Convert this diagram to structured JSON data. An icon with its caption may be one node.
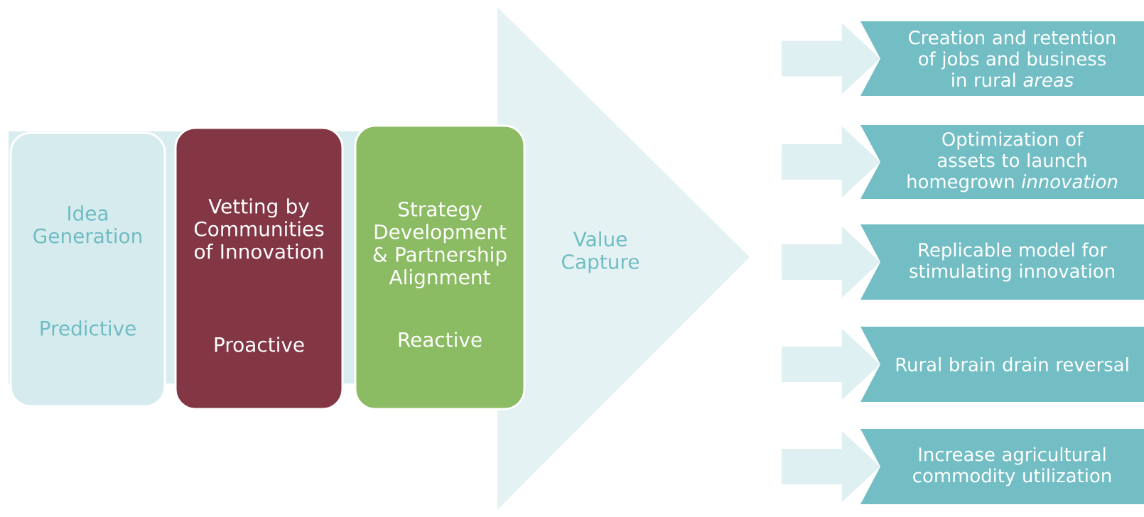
{
  "diagram": {
    "nodes": [
      {
        "text": [
          "Idea Generation",
          "Predictive"
        ]
      },
      {
        "text": [
          "Vetting by Communities of Innovation",
          "Proactive"
        ]
      },
      {
        "text": [
          "Strategy Development & Partnership Alignment",
          "Reactive"
        ]
      },
      {
        "text": [
          "Value Capture"
        ]
      },
      {
        "text": [
          "Creation and retention of jobs and business in rural *areas*"
        ]
      },
      {
        "text": [
          "Optimization of assets to launch homegrown *innovation*"
        ]
      },
      {
        "text": [
          "Replicable model for stimulating innovation"
        ]
      },
      {
        "text": [
          "Rural brain drain reversal"
        ]
      },
      {
        "text": [
          "Increase agricultural commodity utilization"
        ]
      }
    ],
    "edges": [
      {
        "from": null,
        "to": 4,
        "arrow": "to"
      },
      {
        "from": null,
        "to": 5,
        "arrow": "to"
      },
      {
        "from": null,
        "to": 6,
        "arrow": "to"
      },
      {
        "from": null,
        "to": 7,
        "arrow": "to"
      },
      {
        "from": null,
        "to": 8,
        "arrow": "to"
      }
    ]
  }
}
